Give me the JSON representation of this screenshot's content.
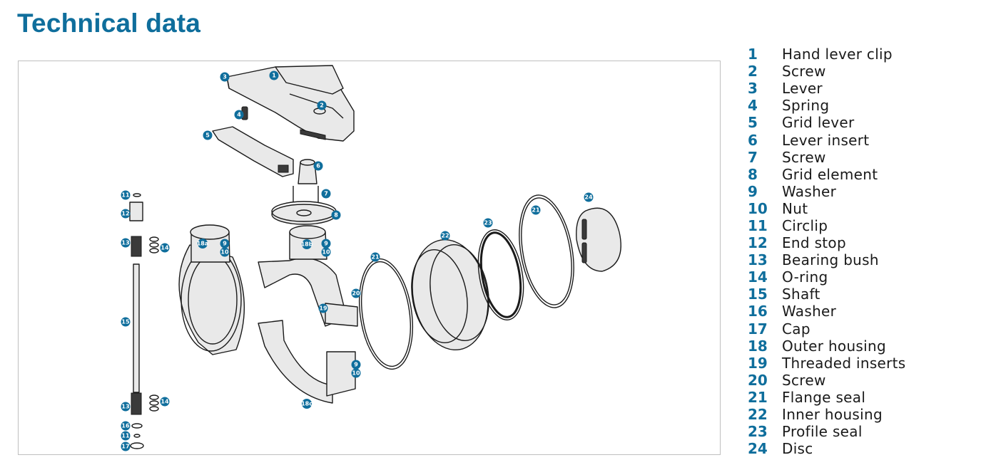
{
  "title": "Technical data",
  "accent_color": "#0f6e9c",
  "parts": [
    {
      "num": "1",
      "name": "Hand lever clip"
    },
    {
      "num": "2",
      "name": "Screw"
    },
    {
      "num": "3",
      "name": "Lever"
    },
    {
      "num": "4",
      "name": "Spring"
    },
    {
      "num": "5",
      "name": "Grid lever"
    },
    {
      "num": "6",
      "name": "Lever insert"
    },
    {
      "num": "7",
      "name": "Screw"
    },
    {
      "num": "8",
      "name": "Grid element"
    },
    {
      "num": "9",
      "name": "Washer"
    },
    {
      "num": "10",
      "name": "Nut"
    },
    {
      "num": "11",
      "name": "Circlip"
    },
    {
      "num": "12",
      "name": "End stop"
    },
    {
      "num": "13",
      "name": "Bearing bush"
    },
    {
      "num": "14",
      "name": "O-ring"
    },
    {
      "num": "15",
      "name": "Shaft"
    },
    {
      "num": "16",
      "name": "Washer"
    },
    {
      "num": "17",
      "name": "Cap"
    },
    {
      "num": "18",
      "name": "Outer housing"
    },
    {
      "num": "19",
      "name": "Threaded inserts"
    },
    {
      "num": "20",
      "name": "Screw"
    },
    {
      "num": "21",
      "name": "Flange seal"
    },
    {
      "num": "22",
      "name": "Inner housing"
    },
    {
      "num": "23",
      "name": "Profile seal"
    },
    {
      "num": "24",
      "name": "Disc"
    }
  ],
  "callouts": [
    "1",
    "2",
    "3",
    "4",
    "5",
    "6",
    "7",
    "8",
    "9",
    "10",
    "9",
    "10",
    "9",
    "10",
    "11",
    "12",
    "13",
    "14",
    "15",
    "13",
    "14",
    "16",
    "11",
    "17",
    "18a",
    "18b",
    "18c",
    "19",
    "20",
    "21",
    "22",
    "23",
    "21",
    "24"
  ]
}
